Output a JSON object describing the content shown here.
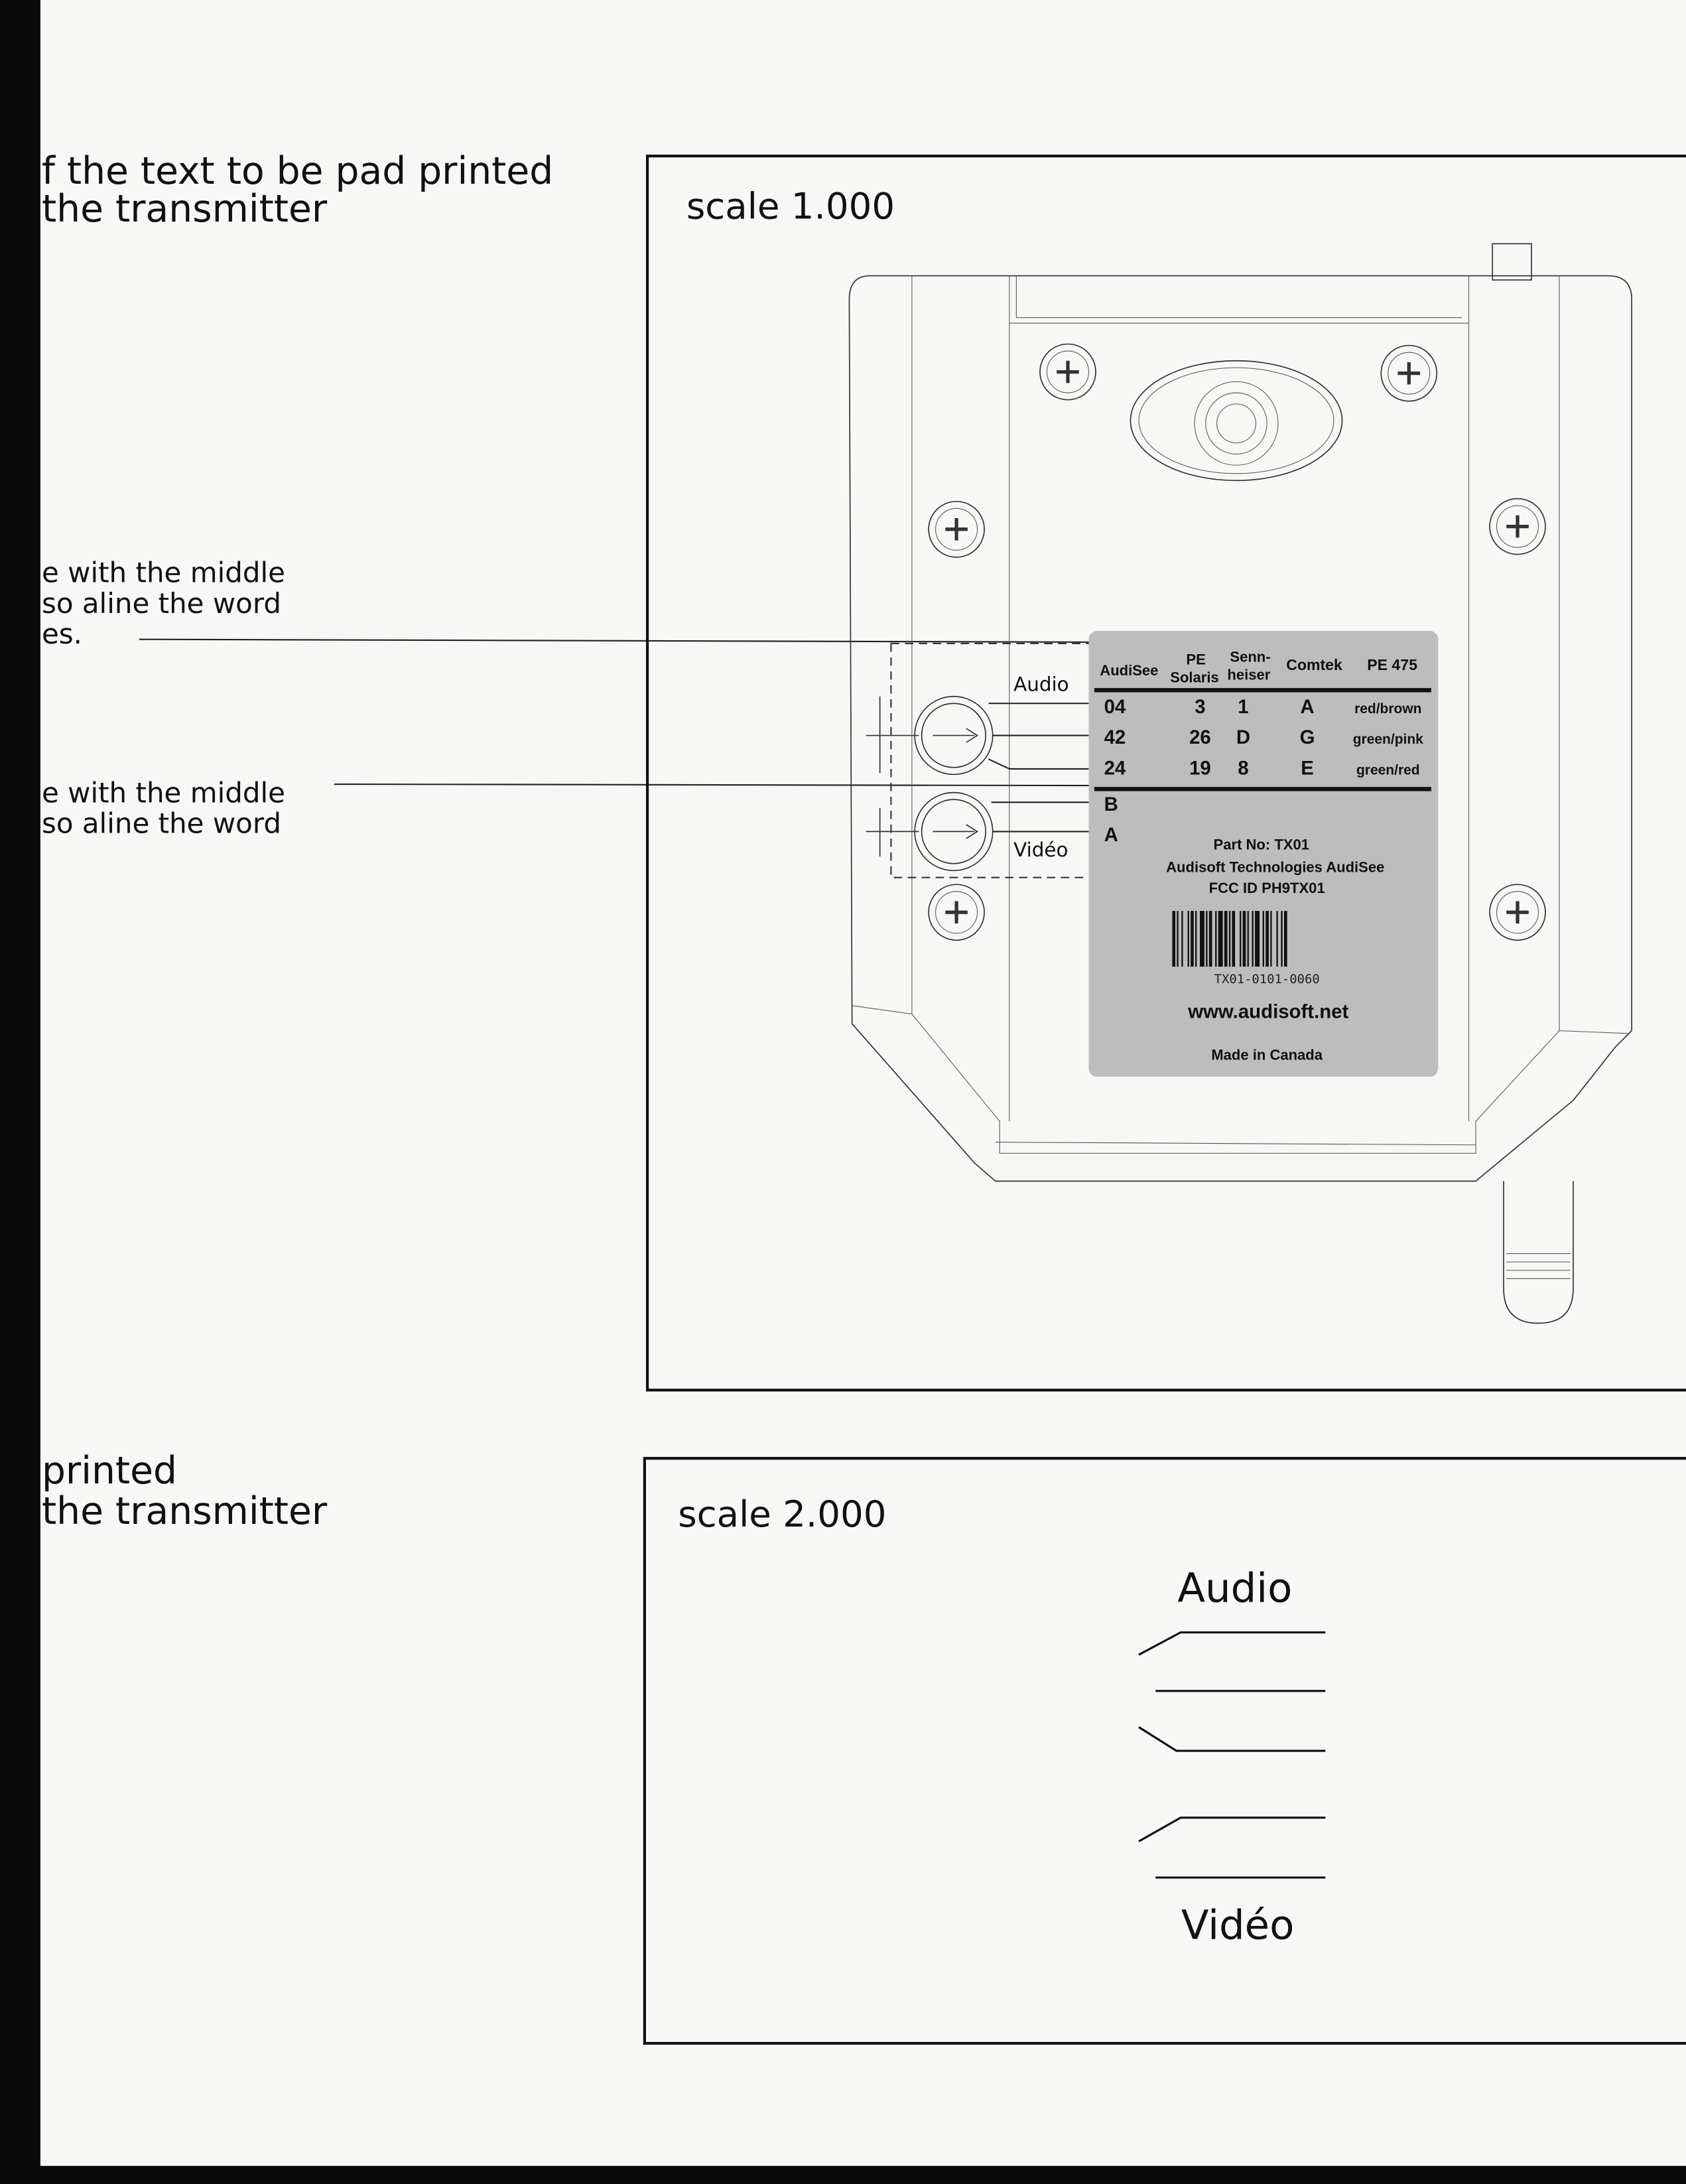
{
  "left_text": {
    "top_line1": "f the text to be pad printed",
    "top_line2": "the transmitter",
    "note1_line1": "e with the middle",
    "note1_line2": "so aline the word",
    "note1_line3": "es.",
    "note2_line1": "e with the middle",
    "note2_line2": "so aline the word",
    "bottom_line1": "printed",
    "bottom_line2": "the transmitter"
  },
  "panel1": {
    "scale": "scale 1.000",
    "audio_label": "Audio",
    "video_label": "Vidéo",
    "label": {
      "headers": [
        "AudiSee",
        "PE Solaris",
        "Senn- heiser",
        "Comtek",
        "PE 475"
      ],
      "header_parts": {
        "pe1": "PE",
        "pe2": "Solaris",
        "senn1": "Senn-",
        "senn2": "heiser"
      },
      "rows": [
        [
          "04",
          "3",
          "1",
          "A",
          "red/brown"
        ],
        [
          "42",
          "26",
          "D",
          "G",
          "green/pink"
        ],
        [
          "24",
          "19",
          "8",
          "E",
          "green/red"
        ]
      ],
      "switch_b": "B",
      "switch_a": "A",
      "part_no": "Part No: TX01",
      "company": "Audisoft Technologies AudiSee",
      "fcc": "FCC ID PH9TX01",
      "barcode_text": "TX01-0101-0060",
      "website": "www.audisoft.net",
      "origin": "Made in Canada"
    }
  },
  "panel2": {
    "scale": "scale 2.000",
    "audio_label": "Audio",
    "video_label": "Vidéo"
  }
}
